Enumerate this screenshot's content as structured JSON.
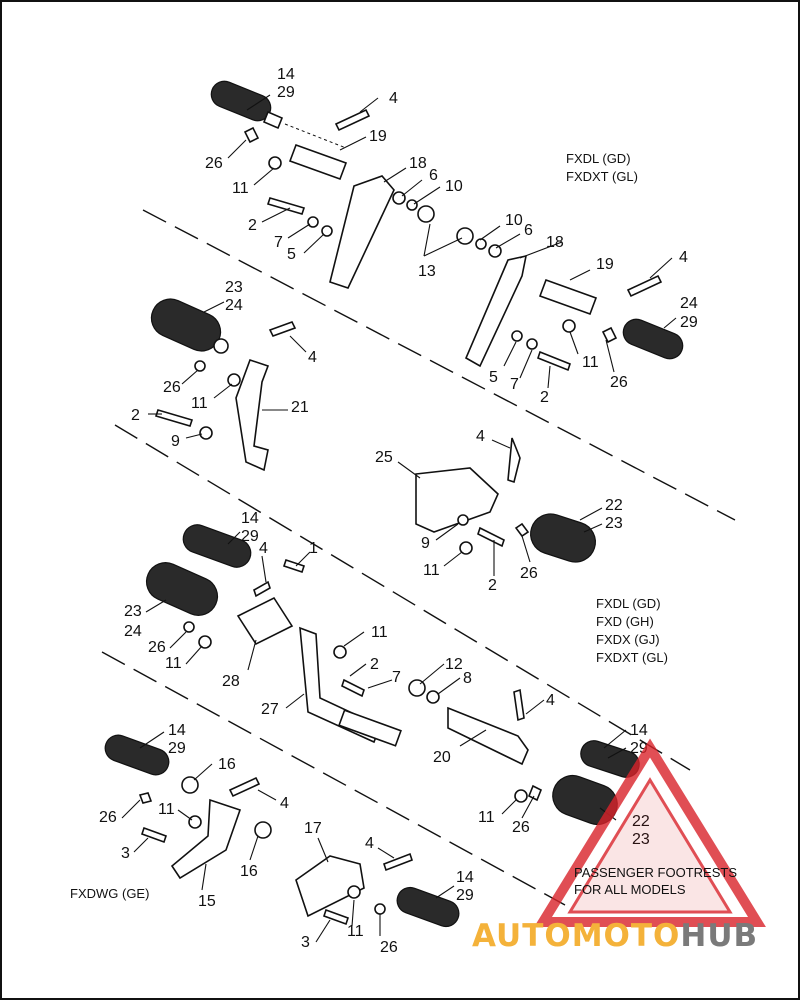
{
  "groups": {
    "g1": {
      "labels": [
        "FXDL (GD)",
        "FXDXT (GL)"
      ]
    },
    "g2": {
      "labels": [
        "FXDL (GD)",
        "FXD (GH)",
        "FXDX (GJ)",
        "FXDXT (GL)"
      ]
    },
    "g3": {
      "labels": [
        "FXDWG (GE)"
      ]
    }
  },
  "callouts": {
    "a1": "14",
    "a2": "29",
    "a3": "4",
    "a4": "19",
    "a5": "18",
    "a6": "6",
    "a7": "10",
    "a8": "26",
    "a9": "11",
    "a10": "2",
    "a11": "7",
    "a12": "5",
    "a13": "13",
    "b1": "10",
    "b2": "6",
    "b3": "18",
    "b4": "19",
    "b5": "4",
    "b6": "24",
    "b7": "29",
    "b8": "11",
    "b9": "5",
    "b10": "7",
    "b11": "26",
    "b12": "2",
    "c1": "23",
    "c2": "24",
    "c3": "4",
    "c4": "26",
    "c5": "11",
    "c6": "21",
    "c7": "2",
    "c8": "9",
    "d1": "4",
    "d2": "25",
    "d3": "22",
    "d4": "23",
    "d5": "9",
    "d6": "11",
    "d7": "2",
    "d8": "26",
    "e1": "14",
    "e2": "29",
    "e3": "4",
    "e4": "1",
    "e5": "23",
    "e6": "24",
    "e7": "26",
    "e8": "11",
    "e9": "28",
    "e10": "11",
    "e11": "2",
    "e12": "7",
    "e13": "27",
    "f1": "12",
    "f2": "8",
    "f3": "4",
    "f4": "20",
    "f5": "14",
    "f6": "29",
    "f7": "11",
    "f8": "26",
    "f9": "22",
    "f10": "23",
    "g1": "14",
    "g2": "29",
    "g3": "16",
    "g4": "4",
    "g5": "26",
    "g6": "11",
    "g7": "3",
    "g8": "16",
    "g9": "15",
    "h1": "17",
    "h2": "4",
    "h3": "14",
    "h4": "29",
    "h5": "3",
    "h6": "11",
    "h7": "26"
  },
  "caption": {
    "line1": "PASSENGER FOOTRESTS",
    "line2": "FOR ALL MODELS"
  },
  "watermark": {
    "part1": "AUTOMOTO",
    "part2": "HUB"
  },
  "colors": {
    "triangle": "#d9232a",
    "watermark_orange": "#f4b23a",
    "watermark_grey": "#7a7a7a"
  }
}
